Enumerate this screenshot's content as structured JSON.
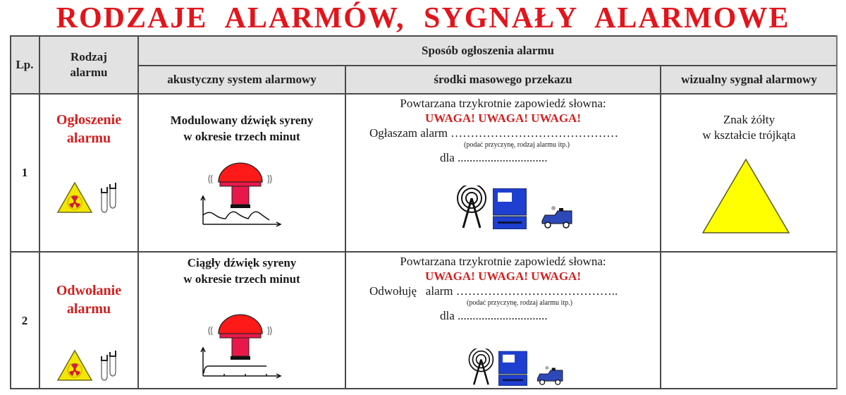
{
  "title": "RODZAJE  ALARMÓW,  SYGNAŁY  ALARMOWE",
  "colors": {
    "title_red": "#e3141b",
    "alarm_red": "#d31f1f",
    "header_bg": "#e2e2e2",
    "triangle_yellow": "#ffff00",
    "media_blue": "#1e3fcf",
    "siren_red": "#ff1a1a"
  },
  "header": {
    "lp": "Lp.",
    "rodzaj_line1": "Rodzaj",
    "rodzaj_line2": "alarmu",
    "sposob": "Sposób ogłoszenia alarmu",
    "col_acoustic": "akustyczny system alarmowy",
    "col_media": "środki masowego przekazu",
    "col_visual": "wizualny sygnał alarmowy"
  },
  "rows": [
    {
      "lp": "1",
      "name_line1": "Ogłoszenie",
      "name_line2": "alarmu",
      "icons": [
        "radiation-warning-icon",
        "chemical-test-tubes-icon"
      ],
      "acoustic_line1": "Modulowany dźwięk syreny",
      "acoustic_line2": "w okresie trzech minut",
      "acoustic_icon": "siren-modulated-wave-icon",
      "media_intro": "Powtarzana trzykrotnie zapowiedź słowna:",
      "media_uwaga": "UWAGA! UWAGA! UWAGA!",
      "media_announce": "Ogłaszam alarm ……………………………………",
      "media_hint": "(podać przyczynę, rodzaj alarmu itp.)",
      "media_for": "dla ..............................",
      "media_icons": [
        "radio-tower-icon",
        "television-icon",
        "loudspeaker-car-icon"
      ],
      "visual_line1": "Znak żółty",
      "visual_line2": "w kształcie trójkąta",
      "visual_icon": "yellow-triangle-icon"
    },
    {
      "lp": "2",
      "name_line1": "Odwołanie",
      "name_line2": "alarmu",
      "icons": [
        "radiation-warning-icon",
        "chemical-test-tubes-icon"
      ],
      "acoustic_line1": "Ciągły dźwięk syreny",
      "acoustic_line2": "w okresie trzech minut",
      "acoustic_icon": "siren-continuous-tone-icon",
      "media_intro": "Powtarzana trzykrotnie zapowiedź słowna:",
      "media_uwaga": "UWAGA! UWAGA! UWAGA!",
      "media_announce": "Odwołuję   alarm …………………………………..",
      "media_hint": "(podać przyczynę, rodzaj alarmu itp.)",
      "media_for": "dla ..............................",
      "media_icons": [
        "radio-tower-icon",
        "television-icon",
        "loudspeaker-car-icon"
      ],
      "visual_line1": "",
      "visual_line2": ""
    }
  ]
}
